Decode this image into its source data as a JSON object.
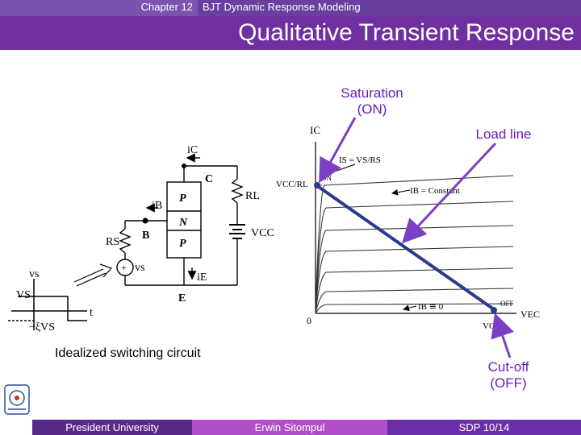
{
  "header": {
    "chapter": "Chapter 12",
    "subject": "BJT Dynamic Response Modeling",
    "title": "Qualitative Transient Response"
  },
  "labels": {
    "saturation_line1": "Saturation",
    "saturation_line2": "(ON)",
    "load_line": "Load line",
    "cutoff_line1": "Cut-off",
    "cutoff_line2": "(OFF)",
    "circuit_caption": "Idealized switching circuit"
  },
  "circuit": {
    "ic": "iC",
    "collector": "C",
    "ib": "iB",
    "base": "B",
    "emitter": "E",
    "ie": "iE",
    "rl": "RL",
    "vcc": "VCC",
    "rs": "RS",
    "vs_source": "vs",
    "region_p_top": "P",
    "region_n": "N",
    "region_p_bottom": "P"
  },
  "waveform": {
    "vs_label": "vs",
    "vs_high": "VS",
    "vs_low": "−ξVS",
    "t_label": "t"
  },
  "graph": {
    "y_axis": "IC",
    "x_axis": "VEC",
    "origin": "0",
    "vcc_over_rl": "VCC/RL",
    "vcc": "VCC",
    "is_eq": "IS = VS/RS",
    "on_label": "ON",
    "off_label": "OFF",
    "ib_constant": "IB = Constant",
    "ib_zero": "IB ≅ 0"
  },
  "footer": {
    "left": "President University",
    "center": "Erwin Sitompul",
    "right": "SDP 10/14"
  },
  "colors": {
    "purple": "#7030a0",
    "label_purple": "#6a1fb0",
    "line_blue": "#2b3a8f",
    "arrow_purple": "#7b3fc4"
  }
}
